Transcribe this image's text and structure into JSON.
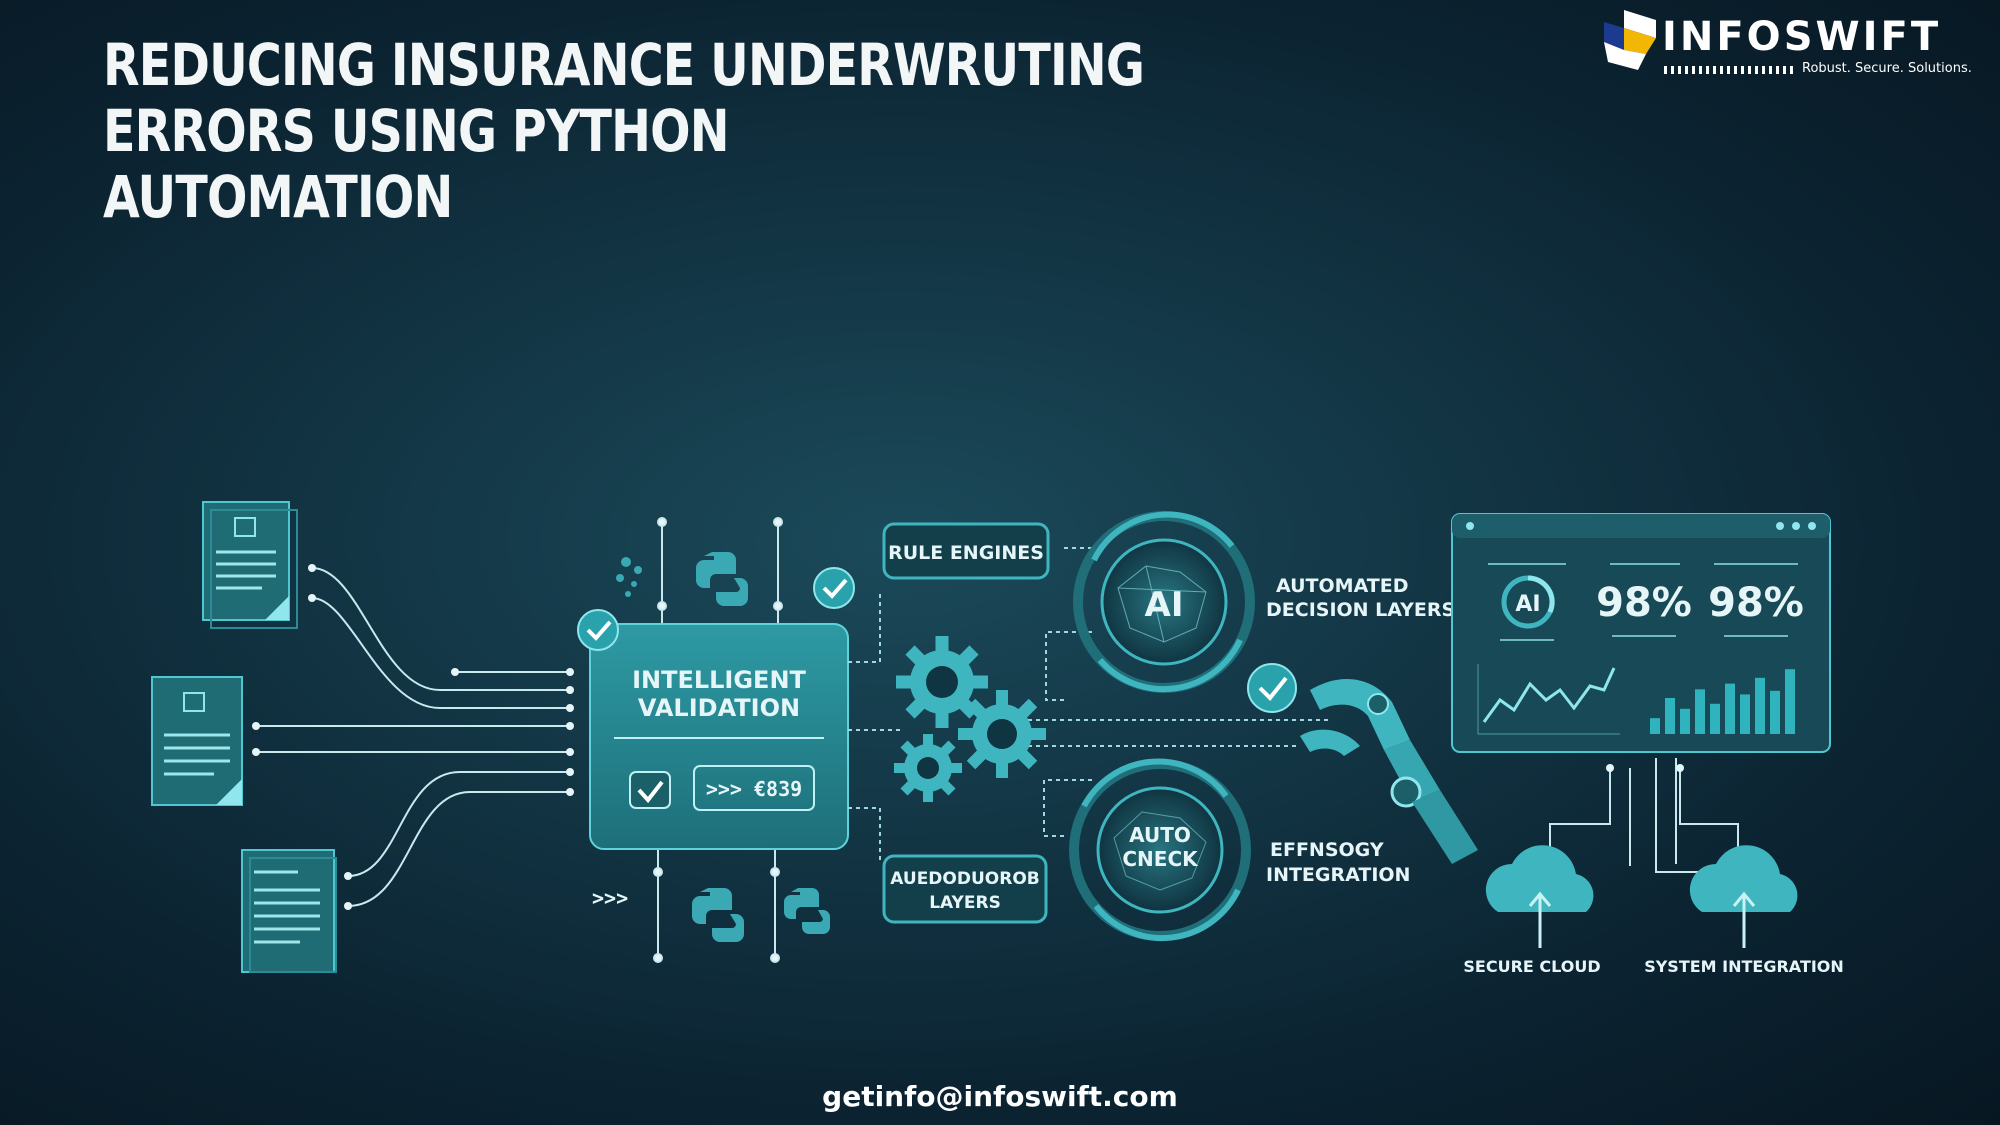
{
  "title": {
    "line1": "REDUCING INSURANCE UNDERWRUTING",
    "line2": "ERRORS USING PYTHON",
    "line3": "AUTOMATION"
  },
  "brand": {
    "name": "INFOSWIFT",
    "tagline": "Robust. Secure. Solutions."
  },
  "diagram": {
    "validation": {
      "line1": "INTELLIGENT",
      "line2": "VALIDATION",
      "code": ">>> €839"
    },
    "rule_engines": "RULE ENGINES",
    "audit_layers": {
      "line1": "AUEDODUOROB",
      "line2": "LAYERS"
    },
    "ai_badge": "AI",
    "auto_check": {
      "line1": "AUTO",
      "line2": "CNECK"
    },
    "decision": {
      "line1": "AUTOMATED",
      "line2": "DECISION LAYERS"
    },
    "integration": {
      "line1": "EFFNSOGY",
      "line2": "INTEGRATION"
    },
    "prompt_glyph": ">>>",
    "dashboard": {
      "ai_label": "AI",
      "stat1": "98%",
      "stat2": "98%",
      "bars": [
        0.22,
        0.5,
        0.35,
        0.62,
        0.42,
        0.7,
        0.55,
        0.78,
        0.6,
        0.9
      ]
    },
    "cloud1": "SECURE CLOUD",
    "cloud2": "SYSTEM INTEGRATION"
  },
  "footer": {
    "email": "getinfo@infoswift.com"
  },
  "colors": {
    "accent": "#2fb3bd",
    "accent_light": "#63dbe3",
    "panel": "#237d87",
    "background": "#0d2a38"
  }
}
